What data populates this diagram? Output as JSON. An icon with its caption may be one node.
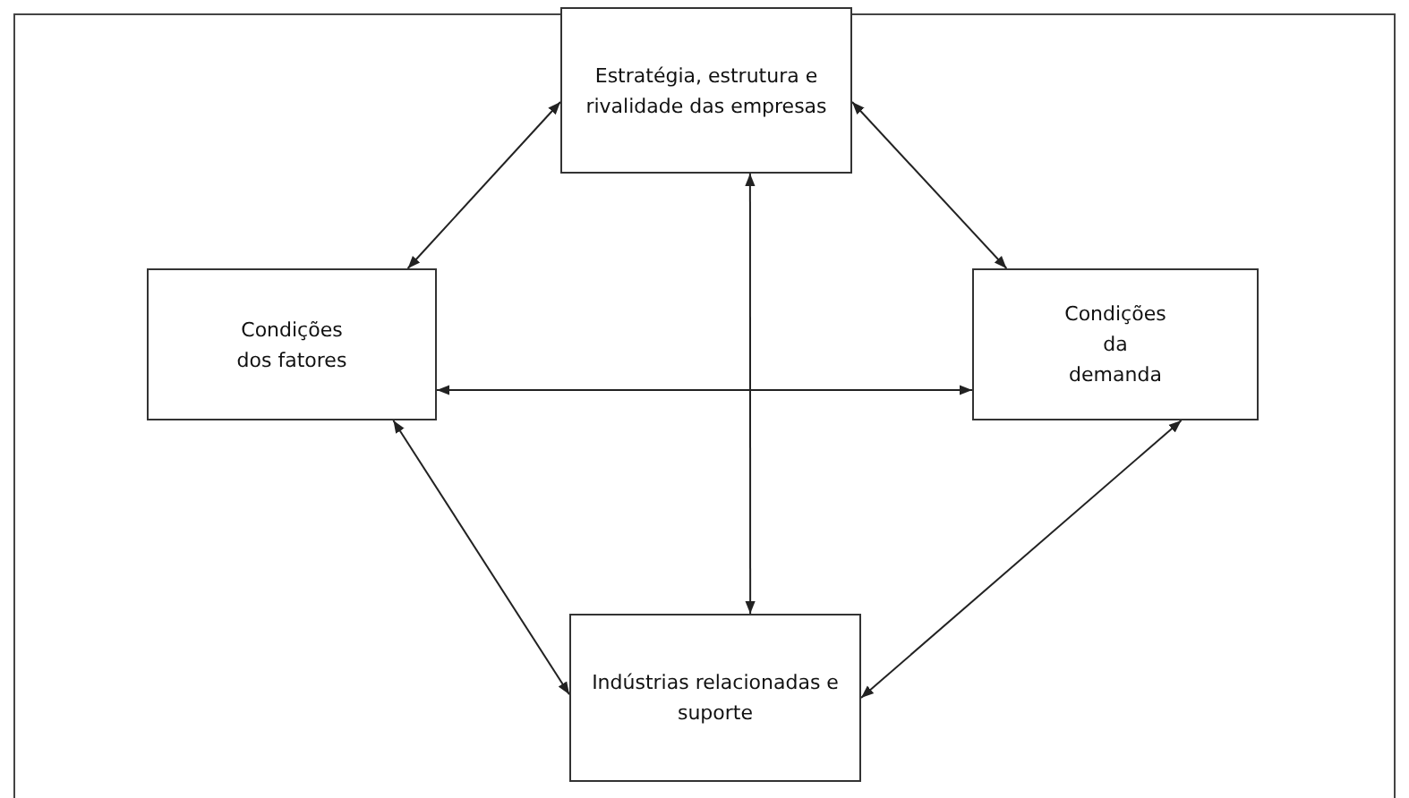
{
  "diagram": {
    "nodes": [
      {
        "text": [
          "Estratégia, estrutura e rivalidade das empresas"
        ]
      },
      {
        "text": [
          "Condições dos fatores"
        ]
      },
      {
        "text": [
          "Condições da demanda"
        ]
      },
      {
        "text": [
          "Indústrias relacionadas e suporte"
        ]
      }
    ],
    "edges": [
      {
        "from": 0,
        "to": 1,
        "arrow": "both"
      },
      {
        "from": 0,
        "to": 2,
        "arrow": "both"
      },
      {
        "from": 1,
        "to": 2,
        "arrow": "both"
      },
      {
        "from": 0,
        "to": 3,
        "arrow": "both"
      },
      {
        "from": 1,
        "to": 3,
        "arrow": "both"
      },
      {
        "from": 2,
        "to": 3,
        "arrow": "both"
      }
    ]
  }
}
